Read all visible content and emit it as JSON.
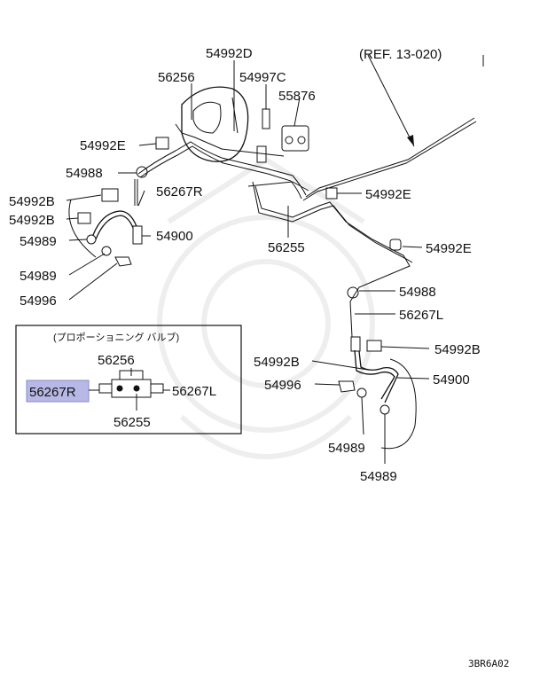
{
  "diagram": {
    "reference": "(REF. 13-020)",
    "inset_title": "(プロポーショニング バルブ)",
    "code": "3BR6A02",
    "highlight_color": "#b8b8e6",
    "labels": {
      "p54992D": "54992D",
      "p56256_top": "56256",
      "p54997C": "54997C",
      "p55876": "55876",
      "p54992E_left": "54992E",
      "p54988_left": "54988",
      "p56267R_top": "56267R",
      "p54992B_top": "54992B",
      "p54992B_mid": "54992B",
      "p54900_left": "54900",
      "p54989_left1": "54989",
      "p54989_left2": "54989",
      "p54996_left": "54996",
      "p56255_mid": "56255",
      "p54992E_mid": "54992E",
      "p54992E_right": "54992E",
      "p54988_right": "54988",
      "p56267L_right": "56267L",
      "p54992B_right1": "54992B",
      "p54992B_right2": "54992B",
      "p54900_right": "54900",
      "p54996_right": "54996",
      "p54989_right1": "54989",
      "p54989_right2": "54989",
      "inset_56256": "56256",
      "inset_56267R": "56267R",
      "inset_56267L": "56267L",
      "inset_56255": "56255"
    }
  }
}
